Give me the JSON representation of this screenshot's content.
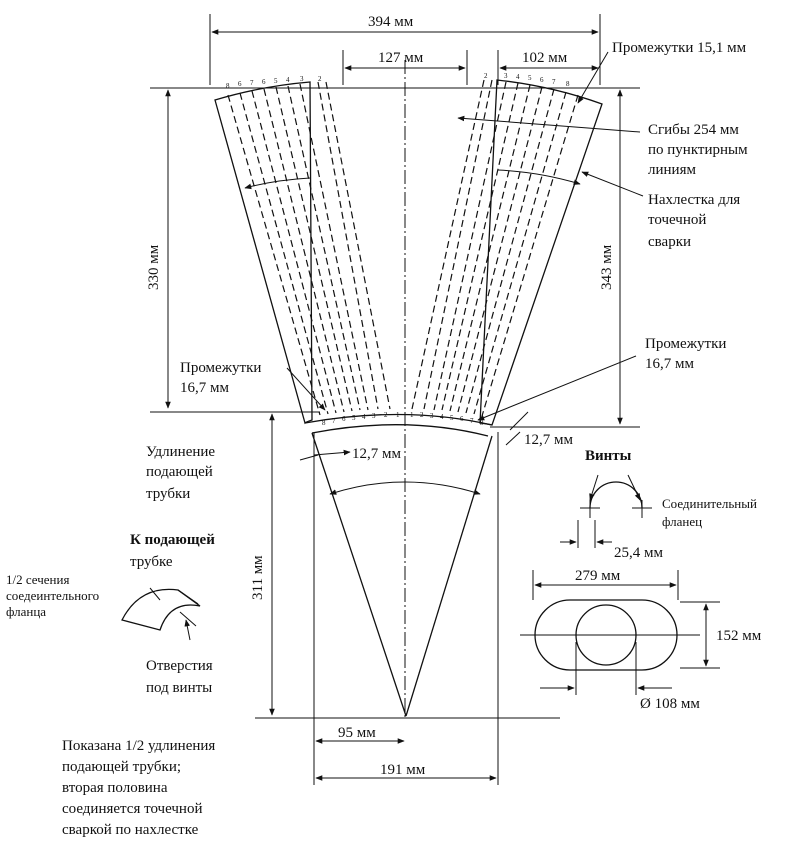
{
  "dimensions": {
    "top_width": "394 мм",
    "top_center": "127 мм",
    "top_right": "102 мм",
    "left_height": "330 мм",
    "right_height": "343 мм",
    "lower_height": "311 мм",
    "overlap_left": "12,7 мм",
    "overlap_right": "12,7 мм",
    "bottom_half": "95 мм",
    "bottom_full": "191 мм",
    "bolt_offset": "25,4 мм",
    "flange_length": "279 мм",
    "flange_height": "152 мм",
    "hole_diameter": "Ø 108 мм"
  },
  "labels": {
    "gaps_top": "Промежутки 15,1 мм",
    "folds": [
      "Сгибы 254 мм",
      "по пунктирным",
      "линиям"
    ],
    "overlap": [
      "Нахлестка для",
      "точечной",
      "сварки"
    ],
    "gaps_left": [
      "Промежутки",
      "16,7 мм"
    ],
    "gaps_right": [
      "Промежутки",
      "16,7 мм"
    ],
    "extension": [
      "Удлинение",
      "подающей",
      "трубки"
    ],
    "to_tube": [
      "К подающей",
      "трубке"
    ],
    "half_flange": [
      "1/2 сечения",
      "соедеинтельного",
      "фланца"
    ],
    "bolt_holes": [
      "Отверстия",
      "под винты"
    ],
    "screws": "Винты",
    "flange": [
      "Соединительный",
      "фланец"
    ],
    "note": [
      "Показана 1/2 удлинения",
      "подающей трубки;",
      "вторая половина",
      "соединяется точечной",
      "сваркой по нахлестке"
    ]
  },
  "numbers": {
    "left_top": [
      "8",
      "6",
      "7",
      "6",
      "5",
      "4",
      "3",
      "2"
    ],
    "right_top": [
      "2",
      "3",
      "4",
      "5",
      "6",
      "7",
      "8"
    ],
    "bottom_left": [
      "8",
      "7",
      "6",
      "5",
      "4",
      "3",
      "2",
      "1"
    ],
    "bottom_right": [
      "1",
      "2",
      "3",
      "4",
      "5",
      "6",
      "7",
      "8"
    ]
  }
}
